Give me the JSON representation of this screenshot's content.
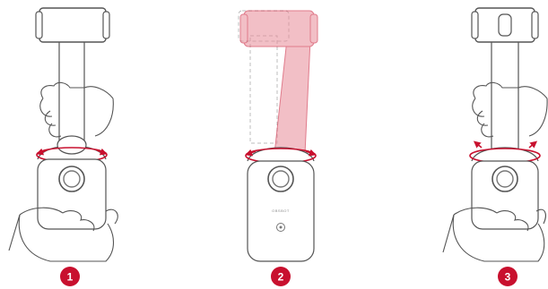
{
  "steps": [
    {
      "number": "1"
    },
    {
      "number": "2"
    },
    {
      "number": "3"
    }
  ],
  "device": {
    "brand": "OBSBOT"
  },
  "colors": {
    "accent": "#c8102e",
    "ghost_arm": "#e88c98",
    "outline": "#555555",
    "outline_light": "#9a9a9a",
    "fill": "#ffffff",
    "lens_ring": "#777777"
  }
}
